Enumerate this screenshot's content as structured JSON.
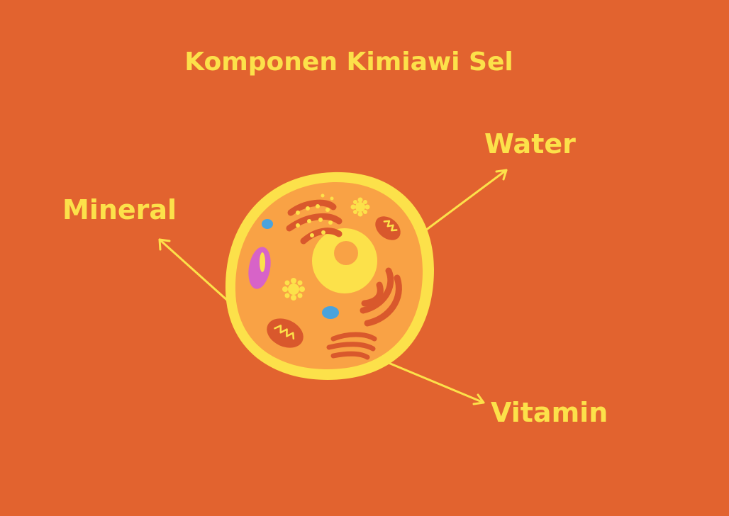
{
  "title": "Komponen Kimiawi Sel",
  "labels": {
    "water": "Water",
    "mineral": "Mineral",
    "vitamin": "Vitamin"
  },
  "colors": {
    "background": "#E2632F",
    "text": "#FCE14A",
    "cell_membrane": "#FCE14A",
    "cytoplasm": "#F9A245",
    "nucleus": "#FCE14A",
    "nucleolus": "#F9A245",
    "organelle": "#D9582C",
    "vacuole": "#D763C8",
    "vesicle": "#4AA3DD",
    "arrow": "#FCE14A"
  }
}
